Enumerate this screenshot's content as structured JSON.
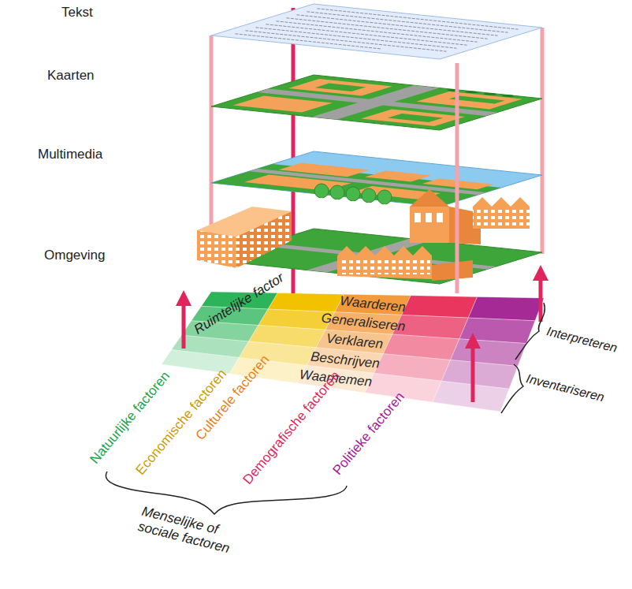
{
  "diagram": {
    "labels": [
      "Tekst",
      "Kaarten",
      "Multimedia",
      "Omgeving",
      "Ruimtelijke factor",
      "Waarderen",
      "Generaliseren",
      "Verklaren",
      "Beschrijven",
      "Waarnemen",
      "Interpreteren",
      "Inventariseren",
      "Natuurlijke factoren",
      "Economische factoren",
      "Culturele factoren",
      "Demografische factoren",
      "Politieke factoren",
      "Menselijke of sociale factoren"
    ]
  }
}
